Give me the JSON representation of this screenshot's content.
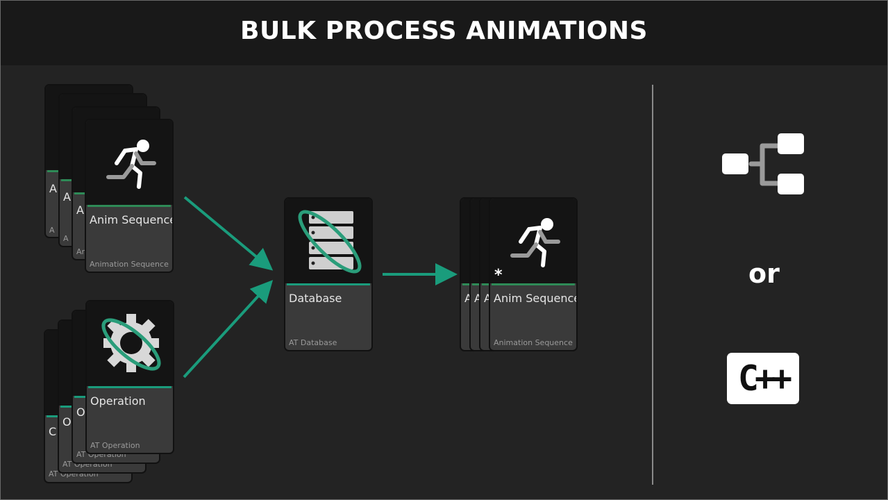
{
  "title": "BULK PROCESS ANIMATIONS",
  "cards": {
    "anim_sequence": {
      "name": "Anim Sequence",
      "type": "Animation Sequence",
      "stack_fragment": "A",
      "type_fragment": "An"
    },
    "operation": {
      "name": "Operation",
      "type": "AT Operation",
      "stack_fragment": "O",
      "stack_fragment_back": "C"
    },
    "database": {
      "name": "Database",
      "type": "AT Database"
    },
    "output": {
      "name": "Anim Sequence",
      "type": "Animation Sequence",
      "modified_marker": "*",
      "stack_fragment": "A"
    }
  },
  "alternatives": {
    "or_label": "or",
    "cpp_label": "C++"
  },
  "colors": {
    "accent_green": "#2e8b57",
    "arrow_teal": "#1a9c7c",
    "background": "#232323",
    "title_bar": "#191919"
  }
}
